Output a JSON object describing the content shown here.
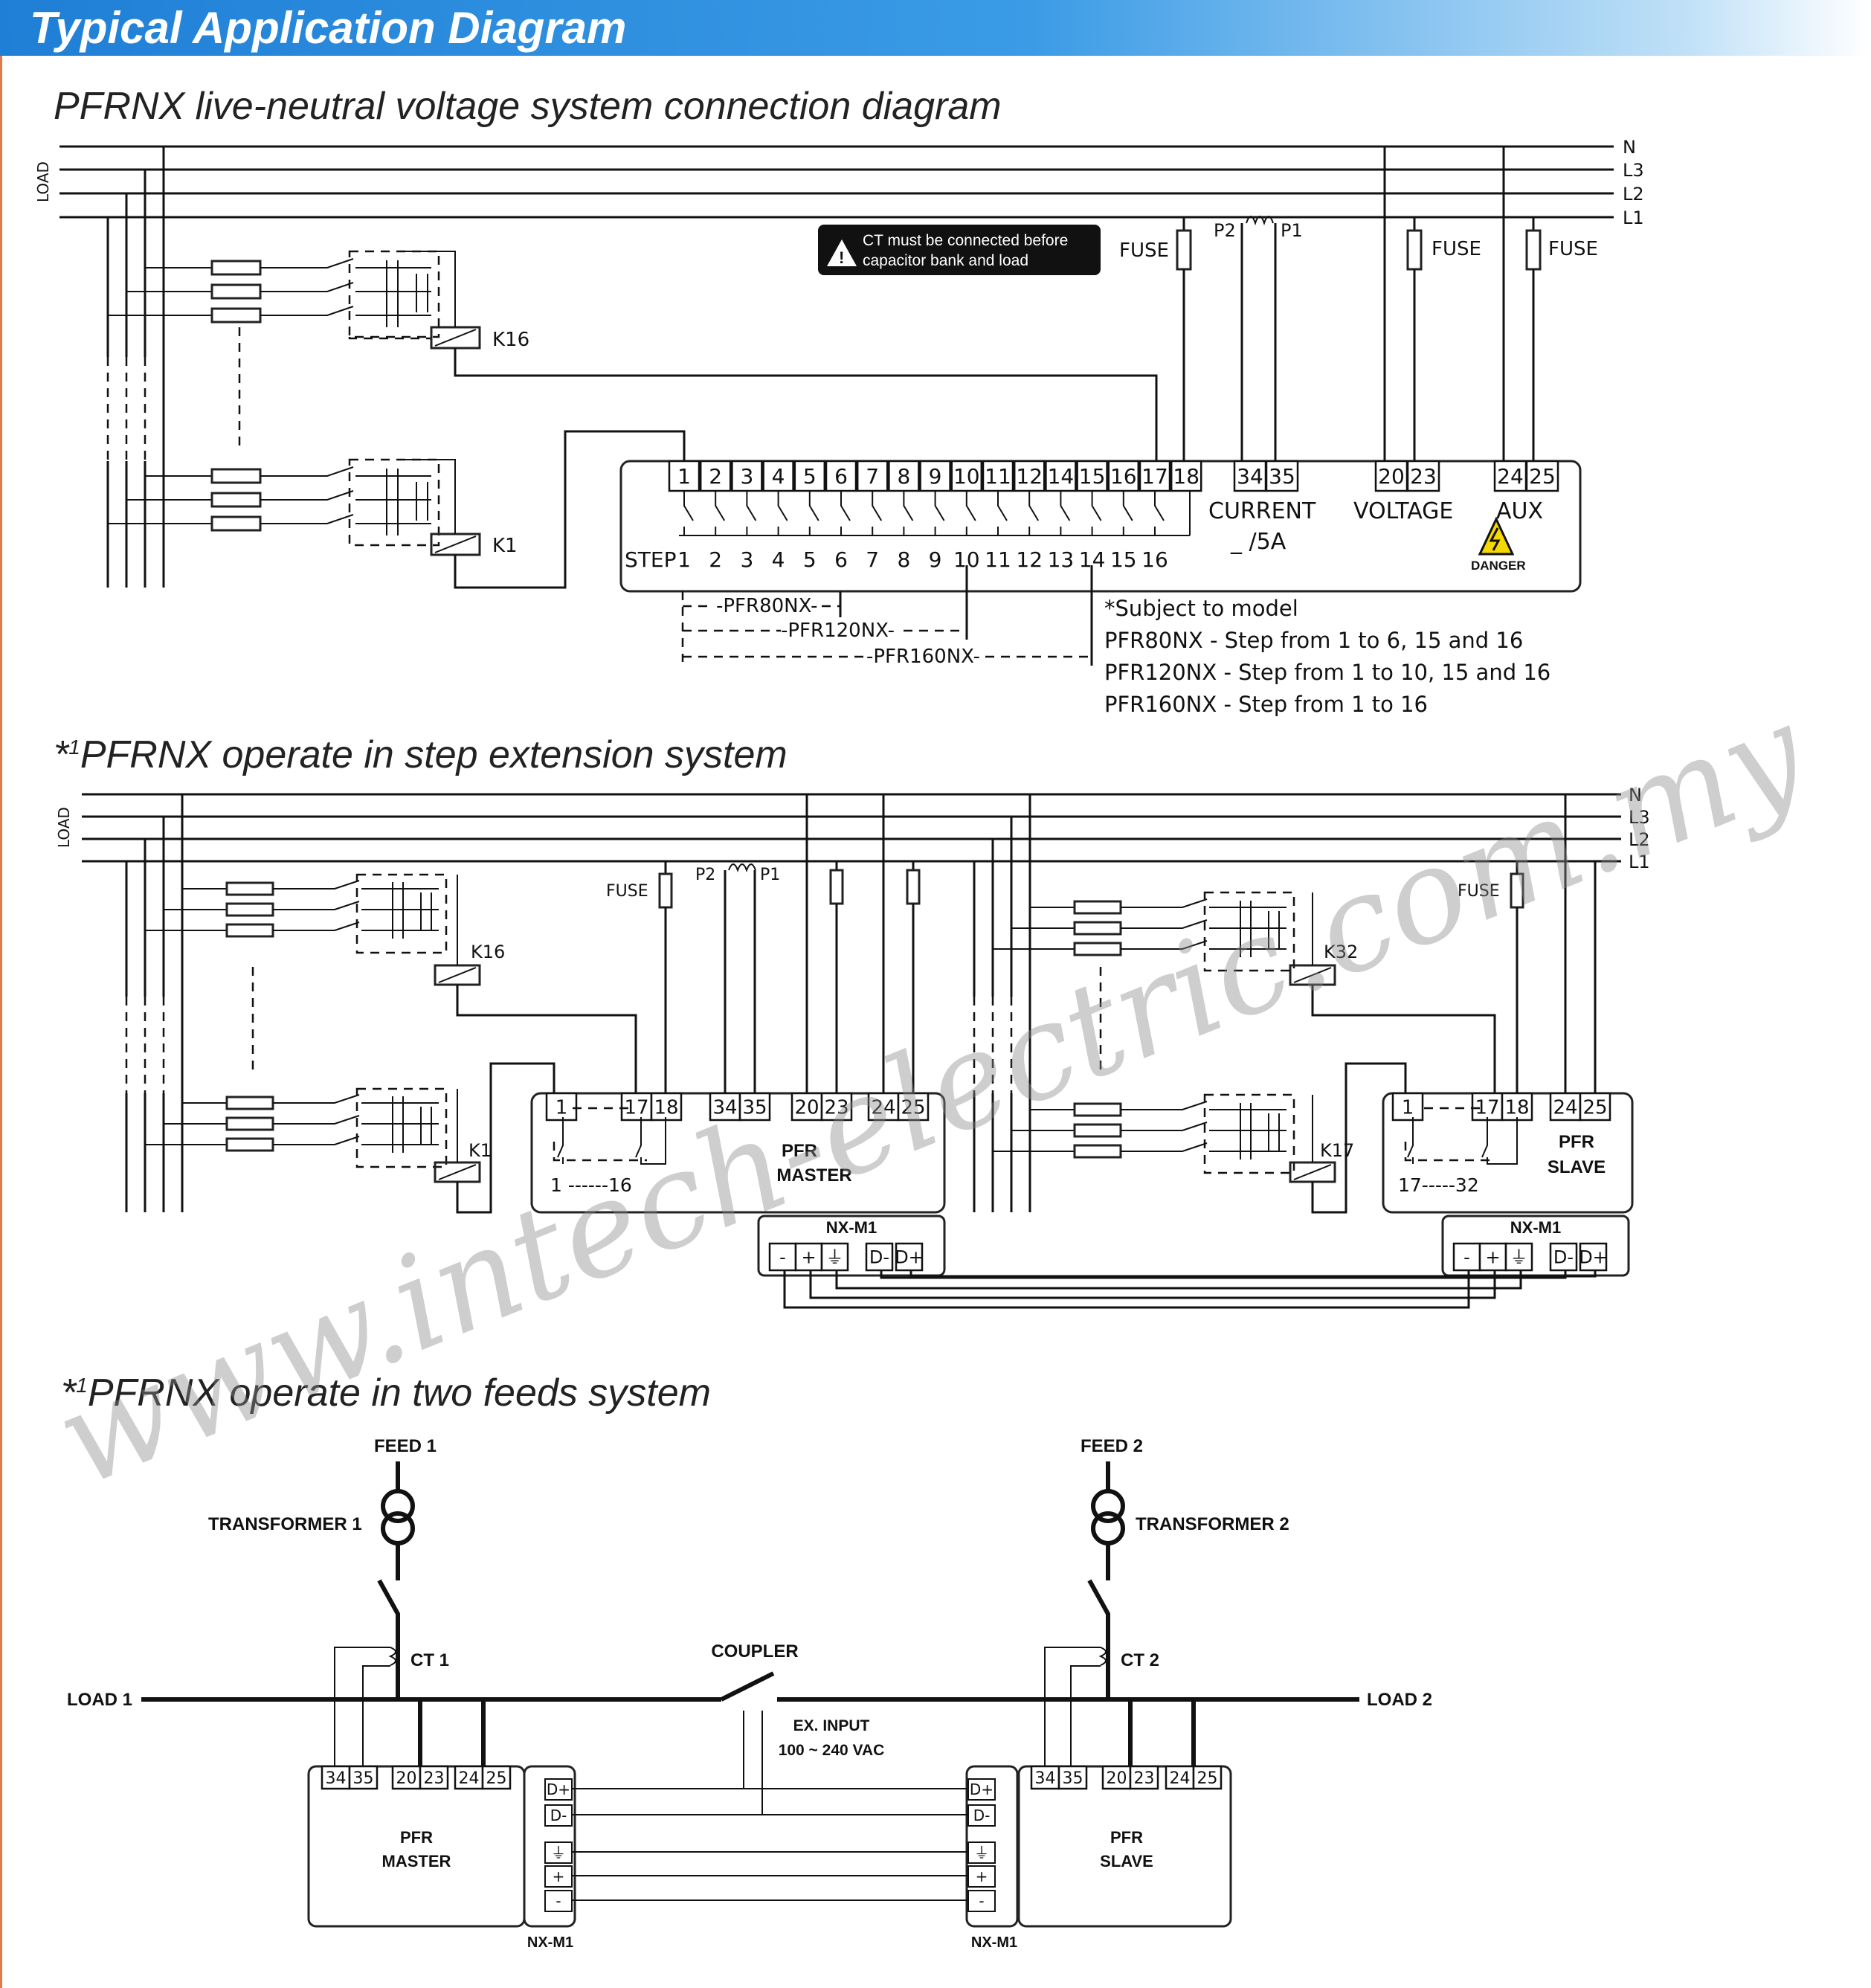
{
  "banner": {
    "title": "Typical Application Diagram",
    "color": "#2d8de0"
  },
  "sections": {
    "s1": "PFRNX live-neutral voltage system connection diagram",
    "s2_star": "*",
    "s2_sup": "1",
    "s2": "PFRNX operate in step extension system",
    "s3_star": "*",
    "s3_sup": "1",
    "s3": "PFRNX operate in two feeds system"
  },
  "d1": {
    "load": "LOAD",
    "lines": [
      "N",
      "L3",
      "L2",
      "L1"
    ],
    "warning": [
      "CT must be connected before",
      "capacitor bank and load"
    ],
    "fuse": "FUSE",
    "p2": "P2",
    "p1": "P1",
    "k16": "K16",
    "k1": "K1",
    "terminals": [
      "1",
      "2",
      "3",
      "4",
      "5",
      "6",
      "7",
      "8",
      "9",
      "10",
      "11",
      "12",
      "14",
      "15",
      "16",
      "17",
      "18"
    ],
    "current_terms": [
      "34",
      "35"
    ],
    "voltage_terms": [
      "20",
      "23"
    ],
    "aux_terms": [
      "24",
      "25"
    ],
    "current": "CURRENT",
    "current_sub": "_ /5A",
    "voltage": "VOLTAGE",
    "aux": "AUX",
    "danger": "DANGER",
    "step_label": "STEP",
    "steps": [
      "1",
      "2",
      "3",
      "4",
      "5",
      "6",
      "7",
      "8",
      "9",
      "10",
      "11",
      "12",
      "13",
      "14",
      "15",
      "16"
    ],
    "range80": "-PFR80NX-",
    "range120": "-PFR120NX-",
    "range160": "-PFR160NX-",
    "notes": [
      "*Subject to model",
      "PFR80NX   - Step from 1 to 6, 15 and 16",
      "PFR120NX - Step from 1 to 10, 15 and 16",
      "PFR160NX - Step from 1 to 16"
    ]
  },
  "d2": {
    "load": "LOAD",
    "lines": [
      "N",
      "L3",
      "L2",
      "L1"
    ],
    "fuse": "FUSE",
    "p2": "P2",
    "p1": "P1",
    "k16": "K16",
    "k1": "K1",
    "k32": "K32",
    "k17": "K17",
    "master_terms": [
      "1",
      "17",
      "18",
      "34",
      "35",
      "20",
      "23",
      "24",
      "25"
    ],
    "master_range": "1 ------16",
    "master_label": [
      "PFR",
      "MASTER"
    ],
    "slave_terms": [
      "1",
      "17",
      "18",
      "24",
      "25"
    ],
    "slave_range": "17-----32",
    "slave_label": [
      "PFR",
      "SLAVE"
    ],
    "module": "NX-M1",
    "module_terms": [
      "-",
      "+",
      "⏚",
      "D-",
      "D+"
    ]
  },
  "d3": {
    "feed1": "FEED 1",
    "feed2": "FEED 2",
    "tr1": "TRANSFORMER 1",
    "tr2": "TRANSFORMER 2",
    "ct1": "CT 1",
    "ct2": "CT 2",
    "load1": "LOAD 1",
    "load2": "LOAD 2",
    "coupler": "COUPLER",
    "ex_input": "EX. INPUT",
    "ex_volt": "100 ~ 240 VAC",
    "terms": [
      "34",
      "35",
      "20",
      "23",
      "24",
      "25"
    ],
    "master_label": [
      "PFR",
      "MASTER"
    ],
    "slave_label": [
      "PFR",
      "SLAVE"
    ],
    "module": "NX-M1",
    "module_terms": [
      "D+",
      "D-",
      "⏚",
      "+",
      "-"
    ]
  },
  "watermark": "www.intech-electric.com.my"
}
